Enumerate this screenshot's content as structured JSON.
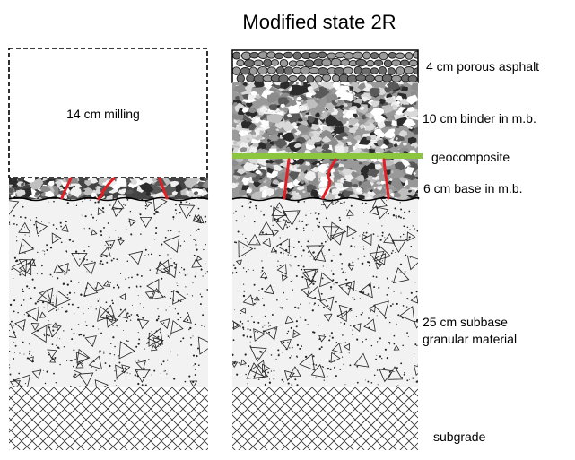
{
  "title": "Modified state 2R",
  "left_column": {
    "milling_label": "14 cm milling"
  },
  "right_labels": {
    "porous_asphalt": "4 cm porous asphalt",
    "binder": "10 cm binder in m.b.",
    "geocomposite": "geocomposite",
    "base": "6 cm base in m.b.",
    "subbase_line1": "25 cm subbase",
    "subbase_line2": "granular material",
    "subgrade": "subgrade"
  },
  "colors": {
    "geocomposite": "#8cc63f",
    "cracks": "#e31e24",
    "subbase_fill": "#f2f2f2"
  }
}
